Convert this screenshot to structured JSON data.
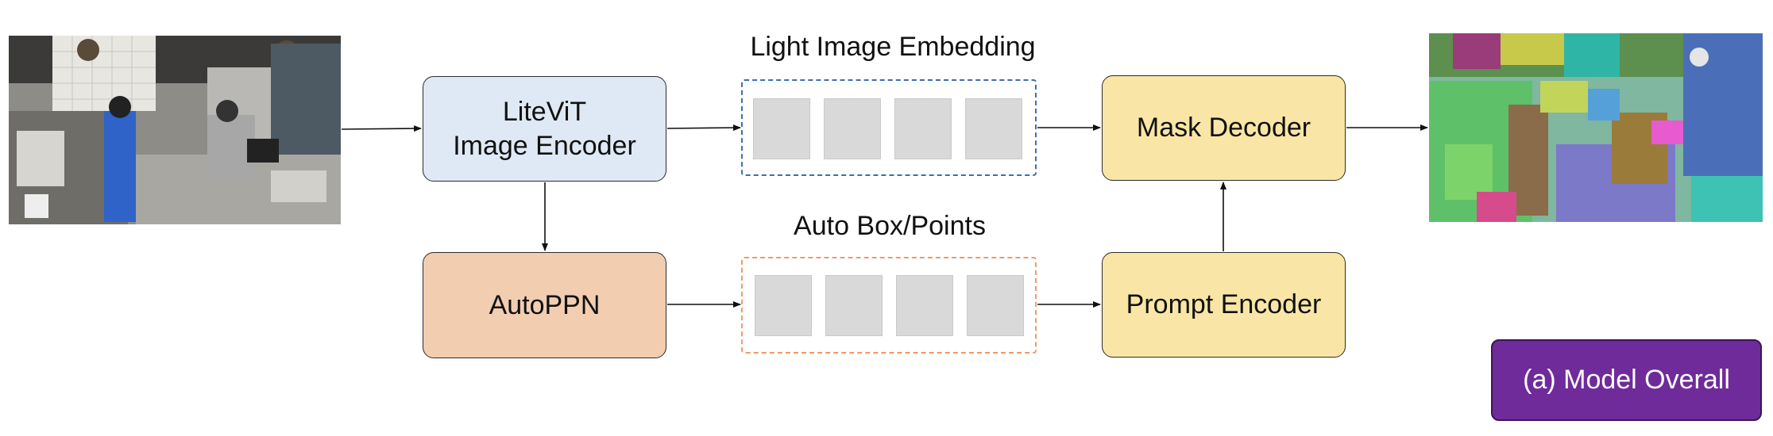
{
  "boxes": {
    "encoder": {
      "line1": "LiteViT",
      "line2": "Image Encoder"
    },
    "autoppn": "AutoPPN",
    "mask_decoder": "Mask Decoder",
    "prompt_encoder": "Prompt Encoder"
  },
  "labels": {
    "embedding": "Light Image Embedding",
    "box_points": "Auto Box/Points"
  },
  "badge": "(a) Model Overall",
  "colors": {
    "encoder_fill": "#dfe9f5",
    "autoppn_fill": "#f2cdb0",
    "decoder_fill": "#f9e6a6",
    "embedding_border": "#3a6fb0",
    "points_border": "#ef9a6a",
    "badge_fill": "#6f2b9a"
  }
}
